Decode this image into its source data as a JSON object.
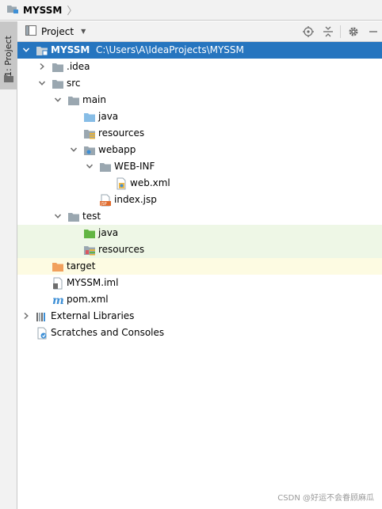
{
  "breadcrumb": {
    "title": "MYSSM"
  },
  "tool_window": {
    "strip_tab_label": "1: Project",
    "view_label": "Project"
  },
  "tree": [
    {
      "id": "root",
      "label": "MYSSM",
      "path": "C:\\Users\\A\\IdeaProjects\\MYSSM",
      "depth": 0,
      "arrow": "down",
      "icon": "module-folder-icon",
      "state": "selected"
    },
    {
      "id": "idea",
      "label": ".idea",
      "depth": 1,
      "arrow": "right",
      "icon": "folder-icon"
    },
    {
      "id": "src",
      "label": "src",
      "depth": 1,
      "arrow": "down",
      "icon": "folder-icon"
    },
    {
      "id": "main",
      "label": "main",
      "depth": 2,
      "arrow": "down",
      "icon": "folder-icon"
    },
    {
      "id": "main-java",
      "label": "java",
      "depth": 3,
      "icon": "source-root-icon"
    },
    {
      "id": "main-resources",
      "label": "resources",
      "depth": 3,
      "icon": "resources-root-icon"
    },
    {
      "id": "webapp",
      "label": "webapp",
      "depth": 3,
      "arrow": "down",
      "icon": "web-folder-icon"
    },
    {
      "id": "web-inf",
      "label": "WEB-INF",
      "depth": 4,
      "arrow": "down",
      "icon": "folder-icon"
    },
    {
      "id": "web-xml",
      "label": "web.xml",
      "depth": 5,
      "icon": "xml-file-icon"
    },
    {
      "id": "index-jsp",
      "label": "index.jsp",
      "depth": 4,
      "icon": "jsp-file-icon"
    },
    {
      "id": "test",
      "label": "test",
      "depth": 2,
      "arrow": "down",
      "icon": "folder-icon"
    },
    {
      "id": "test-java",
      "label": "java",
      "depth": 3,
      "icon": "test-source-root-icon",
      "state": "green"
    },
    {
      "id": "test-resources",
      "label": "resources",
      "depth": 3,
      "icon": "test-resources-root-icon",
      "state": "green"
    },
    {
      "id": "target",
      "label": "target",
      "depth": 1,
      "icon": "excluded-folder-icon",
      "state": "yellow"
    },
    {
      "id": "myssm-iml",
      "label": "MYSSM.iml",
      "depth": 1,
      "icon": "iml-file-icon"
    },
    {
      "id": "pom-xml",
      "label": "pom.xml",
      "depth": 1,
      "icon": "maven-file-icon"
    },
    {
      "id": "external-libraries",
      "label": "External Libraries",
      "depth": 0,
      "arrow": "right",
      "icon": "libraries-icon"
    },
    {
      "id": "scratches",
      "label": "Scratches and Consoles",
      "depth": 0,
      "icon": "scratches-icon"
    }
  ],
  "colors": {
    "selection": "#2675bf",
    "folder": "#9aa7b0",
    "source_root": "#87bde6",
    "test_root": "#62b543",
    "excluded": "#f1a05c",
    "green_row": "#eef7e6",
    "yellow_row": "#fdfbe2"
  },
  "watermark": "CSDN @好运不会眷顾麻瓜"
}
